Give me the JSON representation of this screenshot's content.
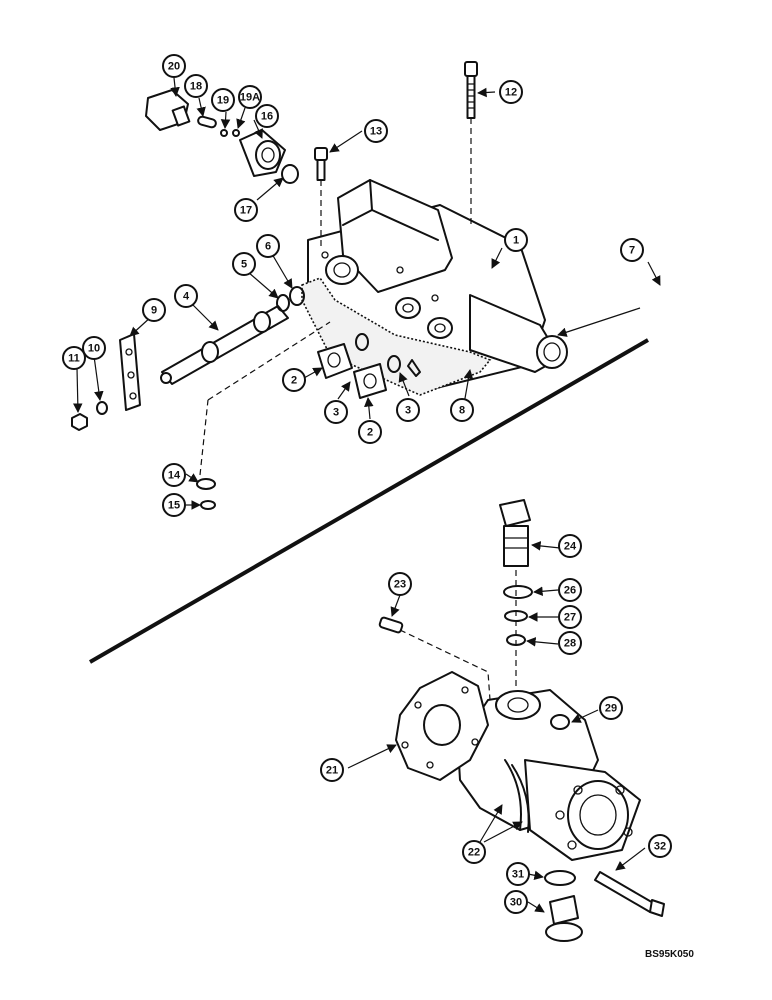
{
  "figure_code": "BS95K050",
  "callouts": [
    "1",
    "2",
    "2",
    "3",
    "3",
    "4",
    "5",
    "6",
    "7",
    "8",
    "9",
    "10",
    "11",
    "12",
    "13",
    "14",
    "15",
    "16",
    "17",
    "18",
    "19",
    "19A",
    "20",
    "21",
    "22",
    "23",
    "24",
    "26",
    "27",
    "28",
    "29",
    "30",
    "31",
    "32"
  ]
}
